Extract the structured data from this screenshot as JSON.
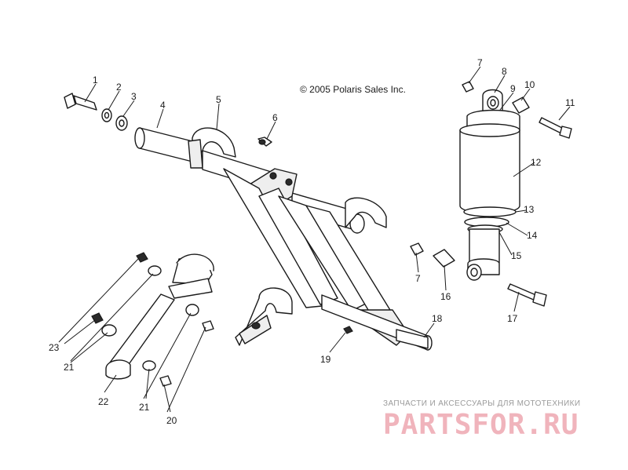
{
  "copyright": "© 2005 Polaris Sales Inc.",
  "callouts": [
    "1",
    "2",
    "3",
    "4",
    "5",
    "6",
    "7",
    "8",
    "9",
    "10",
    "11",
    "12",
    "13",
    "14",
    "15",
    "7",
    "16",
    "17",
    "18",
    "19",
    "20",
    "21",
    "21",
    "22",
    "23"
  ],
  "watermark": {
    "caption": "ЗАПЧАСТИ И АКСЕССУАРЫ ДЛЯ МОТОТЕХНИКИ",
    "logo": "PARTSFOR.RU",
    "color": "#f0b4bc"
  }
}
